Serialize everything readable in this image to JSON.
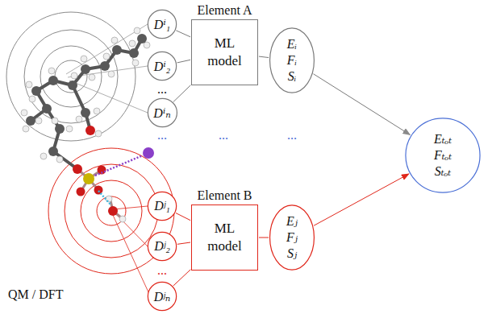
{
  "diagram": {
    "nodes": [
      {
        "text": [
          "Dⁱ₁"
        ]
      },
      {
        "text": [
          "Dⁱ₂"
        ]
      },
      {
        "text": [
          "Dⁱₙ"
        ]
      },
      {
        "text": [
          "Element A",
          "ML model"
        ]
      },
      {
        "text": [
          "Eᵢ Fᵢ Sᵢ"
        ]
      },
      {
        "text": [
          "Eₜₒₜ Fₜₒₜ Sₜₒₜ"
        ]
      },
      {
        "text": [
          "Dʲ₁"
        ]
      },
      {
        "text": [
          "Dʲ₂"
        ]
      },
      {
        "text": [
          "Dʲₙ"
        ]
      },
      {
        "text": [
          "Element B",
          "ML model"
        ]
      },
      {
        "text": [
          "Eⱼ Fⱼ Sⱼ"
        ]
      }
    ],
    "edges": [
      {
        "from": 0,
        "to": 3,
        "arrow": "none"
      },
      {
        "from": 1,
        "to": 3,
        "arrow": "none"
      },
      {
        "from": 2,
        "to": 3,
        "arrow": "none"
      },
      {
        "from": 3,
        "to": 4,
        "arrow": "none"
      },
      {
        "from": 4,
        "to": 5,
        "arrow": "to"
      },
      {
        "from": 6,
        "to": 9,
        "arrow": "none"
      },
      {
        "from": 7,
        "to": 9,
        "arrow": "none"
      },
      {
        "from": 8,
        "to": 9,
        "arrow": "none"
      },
      {
        "from": 9,
        "to": 10,
        "arrow": "none"
      },
      {
        "from": 10,
        "to": 5,
        "arrow": "to"
      }
    ],
    "labels": [
      "...",
      "...",
      "...",
      "...",
      "...",
      "QM / DFT"
    ]
  }
}
